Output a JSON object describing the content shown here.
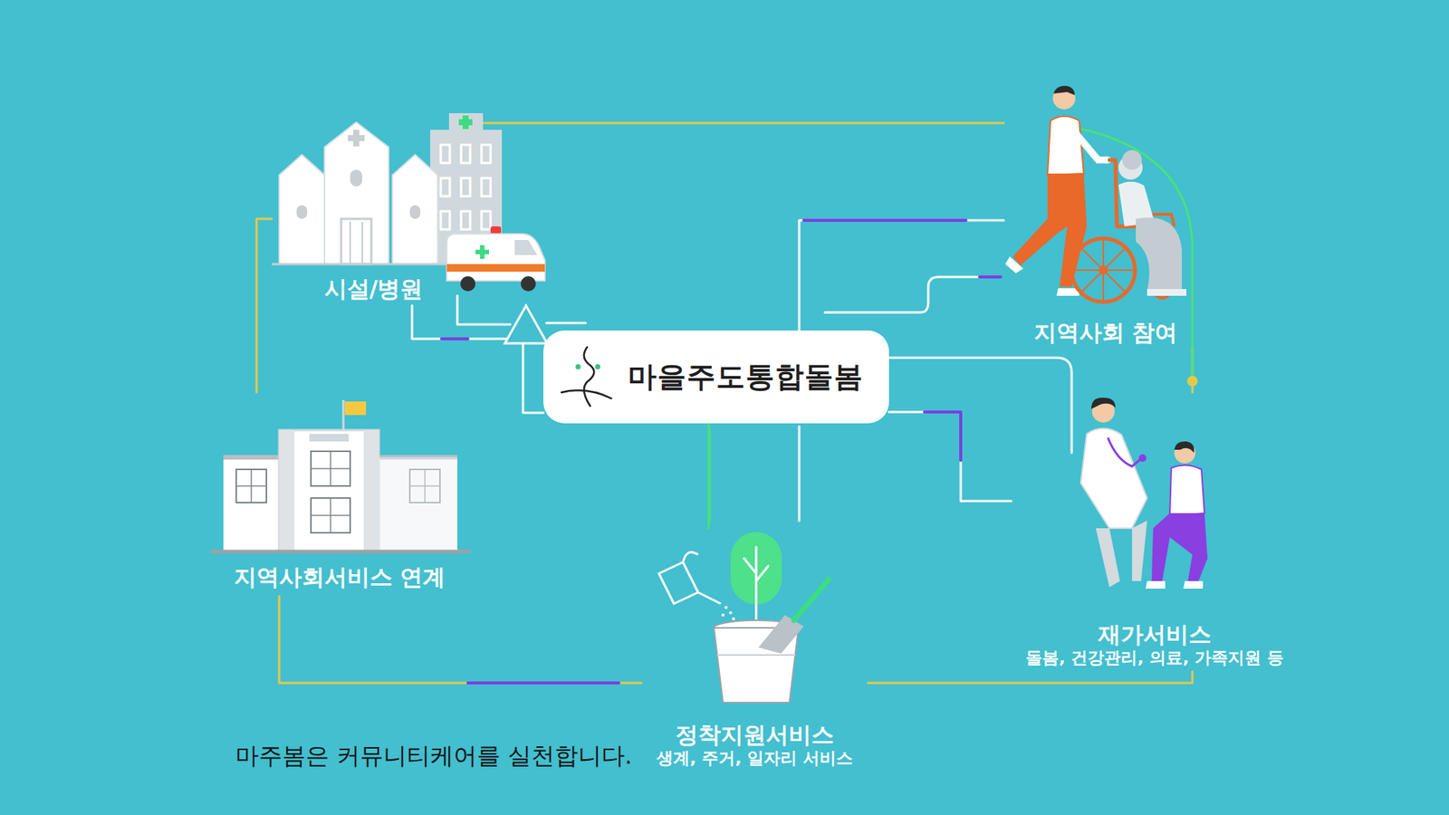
{
  "diagram": {
    "caption": "마주봄은 커뮤니티케어를 실천합니다.",
    "nodes": [
      {
        "text": [
          "시설/병원"
        ]
      },
      {
        "text": [
          "지역사회서비스 연계"
        ]
      },
      {
        "text": [
          "마을주도통합돌봄"
        ]
      },
      {
        "text": [
          "지역사회 참여"
        ]
      },
      {
        "text": [
          "재가서비스",
          "돌봄, 건강관리, 의료, 가족지원 등"
        ]
      },
      {
        "text": [
          "정착지원서비스",
          "생계, 주거, 일자리 서비스"
        ]
      }
    ],
    "edges": [
      {
        "from": 2,
        "to": 0,
        "arrow": "none"
      },
      {
        "from": 2,
        "to": 3,
        "arrow": "none"
      },
      {
        "from": 2,
        "to": 4,
        "arrow": "none"
      },
      {
        "from": 2,
        "to": 5,
        "arrow": "none"
      },
      {
        "from": 0,
        "to": 1,
        "arrow": "none"
      },
      {
        "from": 1,
        "to": 5,
        "arrow": "none"
      },
      {
        "from": 5,
        "to": 4,
        "arrow": "none"
      },
      {
        "from": 4,
        "to": 3,
        "arrow": "none"
      },
      {
        "from": 3,
        "to": 0,
        "arrow": "none"
      }
    ]
  }
}
